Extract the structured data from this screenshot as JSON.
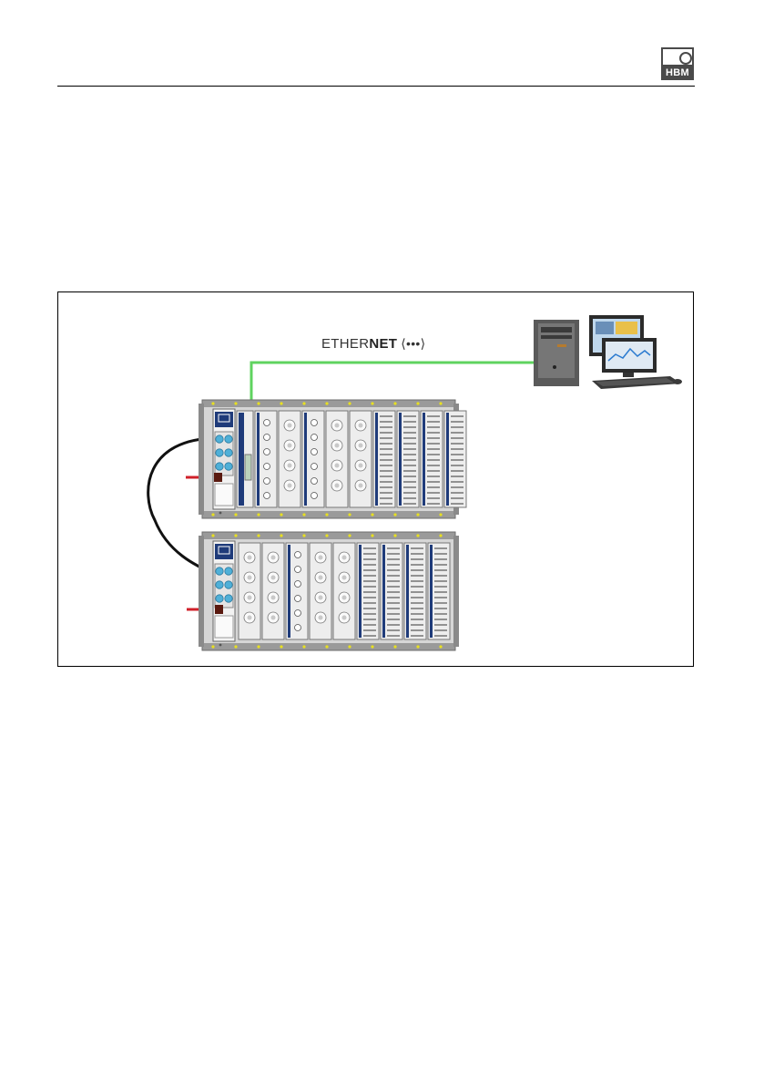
{
  "header": {
    "logo_text": "HBM"
  },
  "figure": {
    "ethernet_label_part1": "ETHER",
    "ethernet_label_part2": "NET",
    "ethernet_symbol": "⟨•••⟩",
    "colors": {
      "ethernet_cable": "#5fd35f",
      "sync_cable": "#111111",
      "power_cable": "#d0202a",
      "module_blue": "#1f3b7a",
      "connector_cyan": "#4fb0d8",
      "led_yellow": "#e8e020",
      "rack_gray": "#8e8e8e"
    }
  }
}
